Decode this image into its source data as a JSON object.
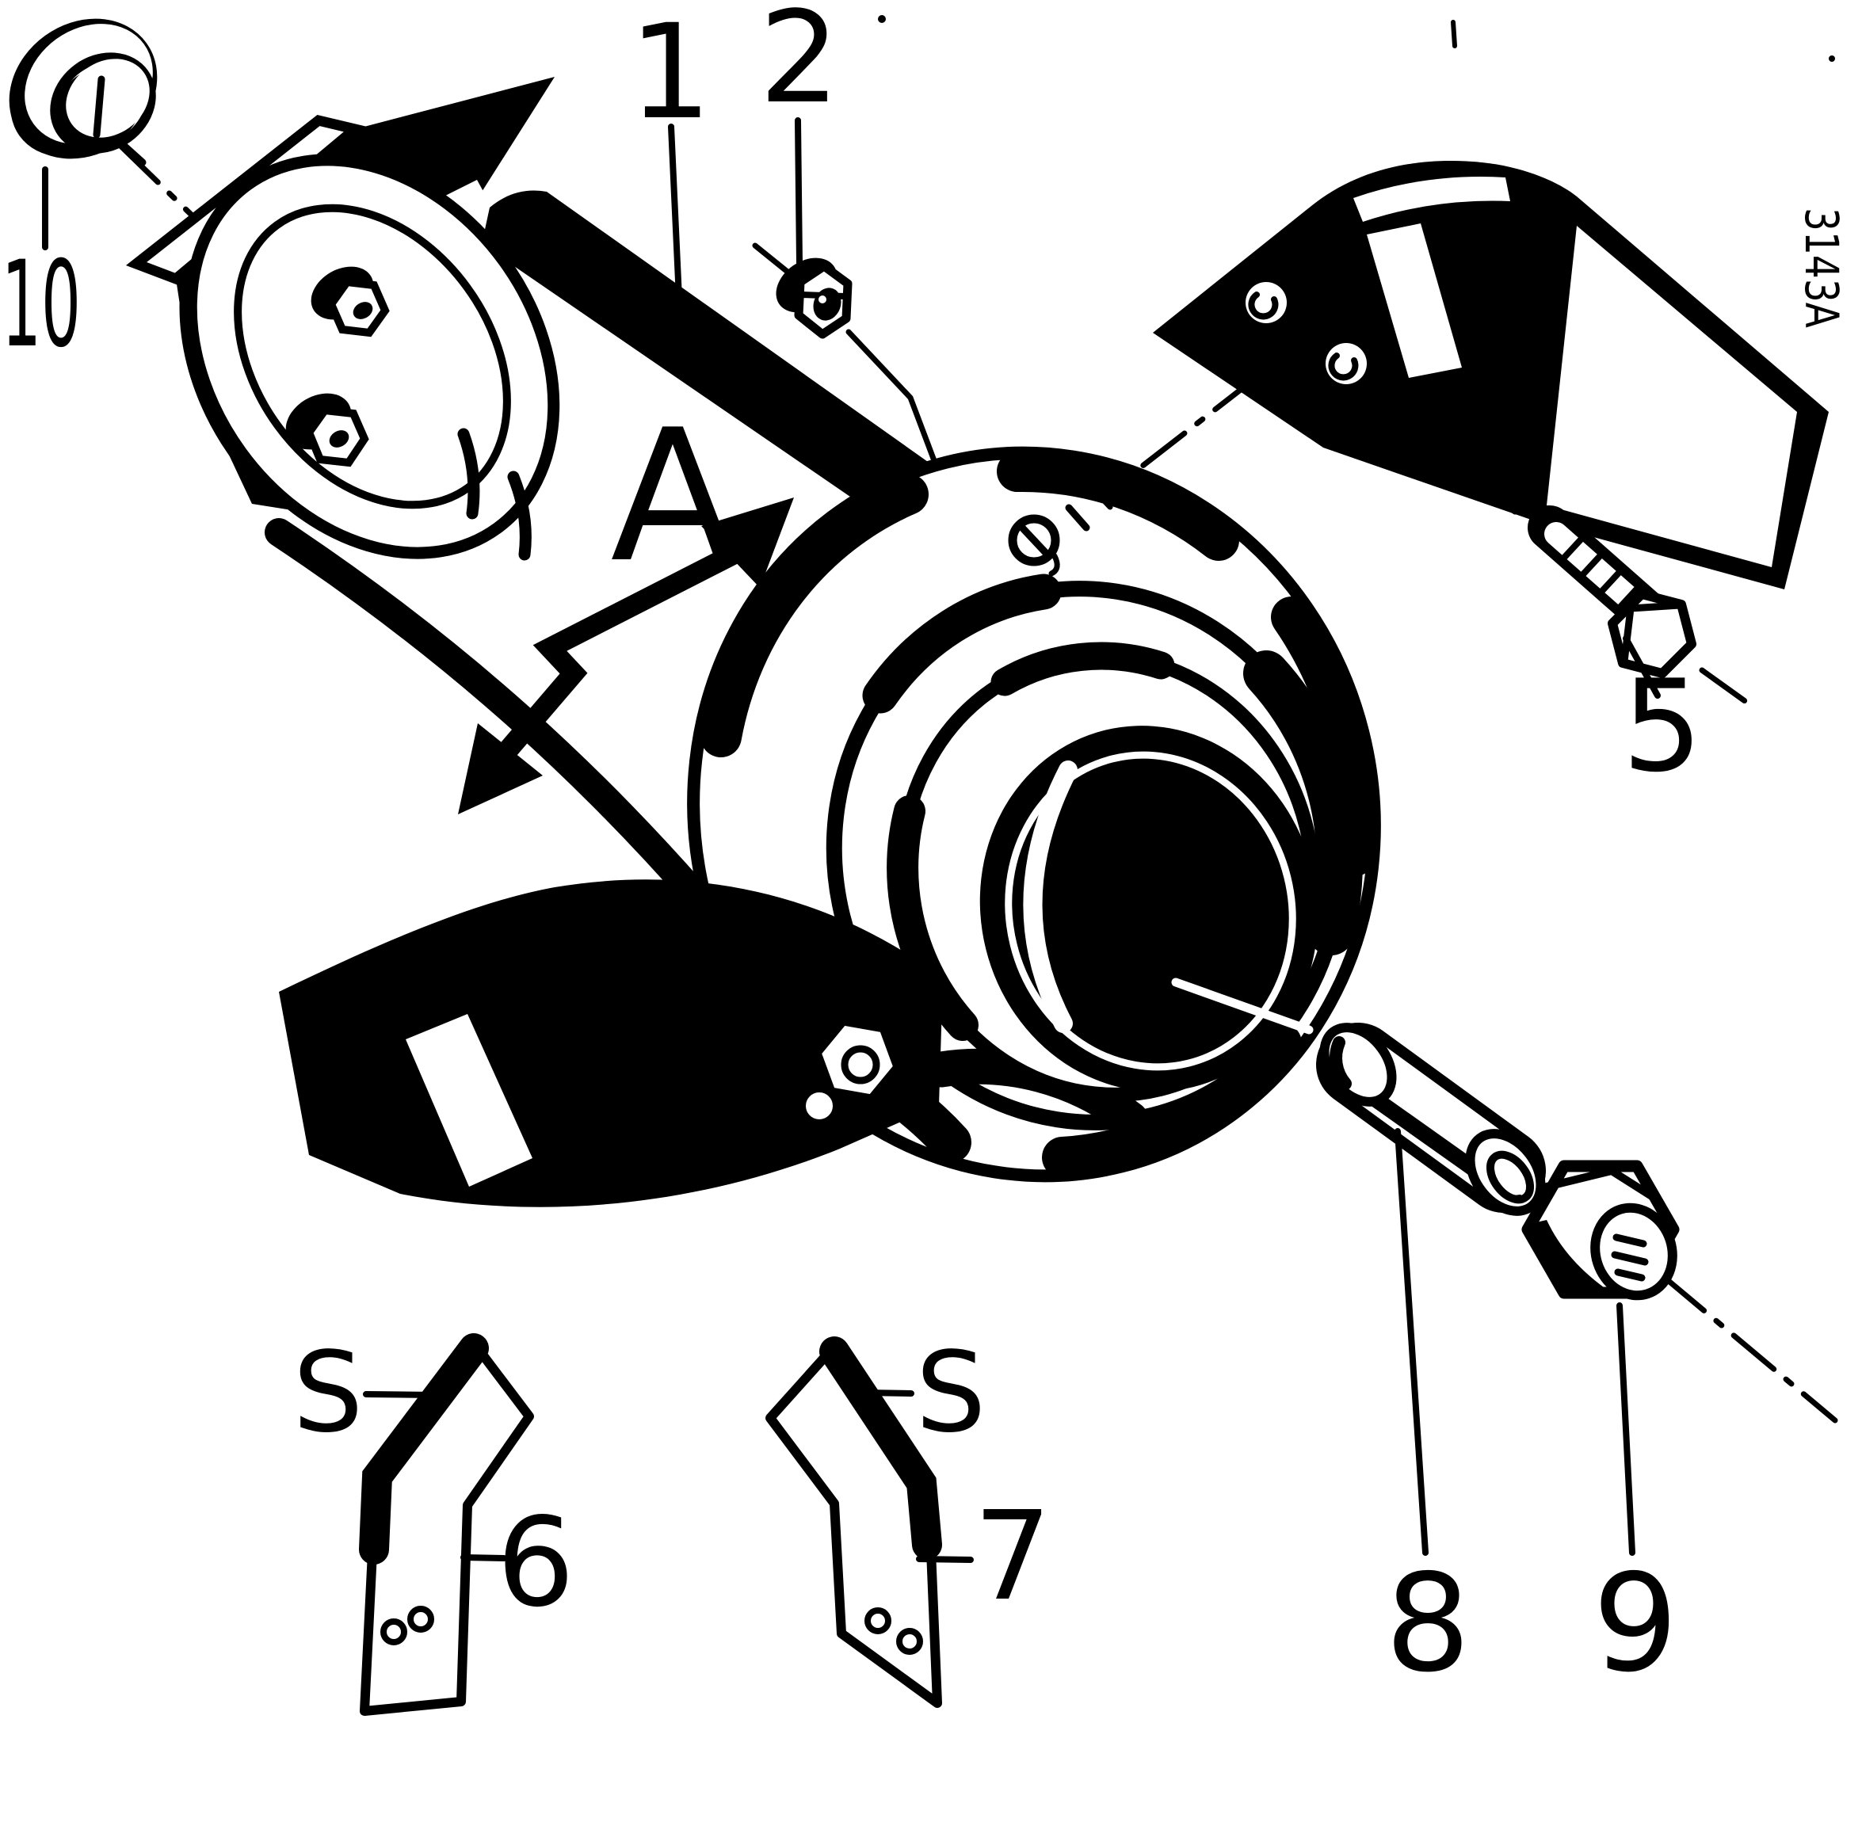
{
  "drawing_number": "3143A",
  "markers": {
    "dimension": "A",
    "edge_left": "S",
    "edge_right": "S"
  },
  "callouts": {
    "c1": "1",
    "c2": "2",
    "c5": "5",
    "c6": "6",
    "c7": "7",
    "c8": "8",
    "c9": "9",
    "c10": "10"
  },
  "colors": {
    "ink": "#000000",
    "paper": "#ffffff"
  }
}
